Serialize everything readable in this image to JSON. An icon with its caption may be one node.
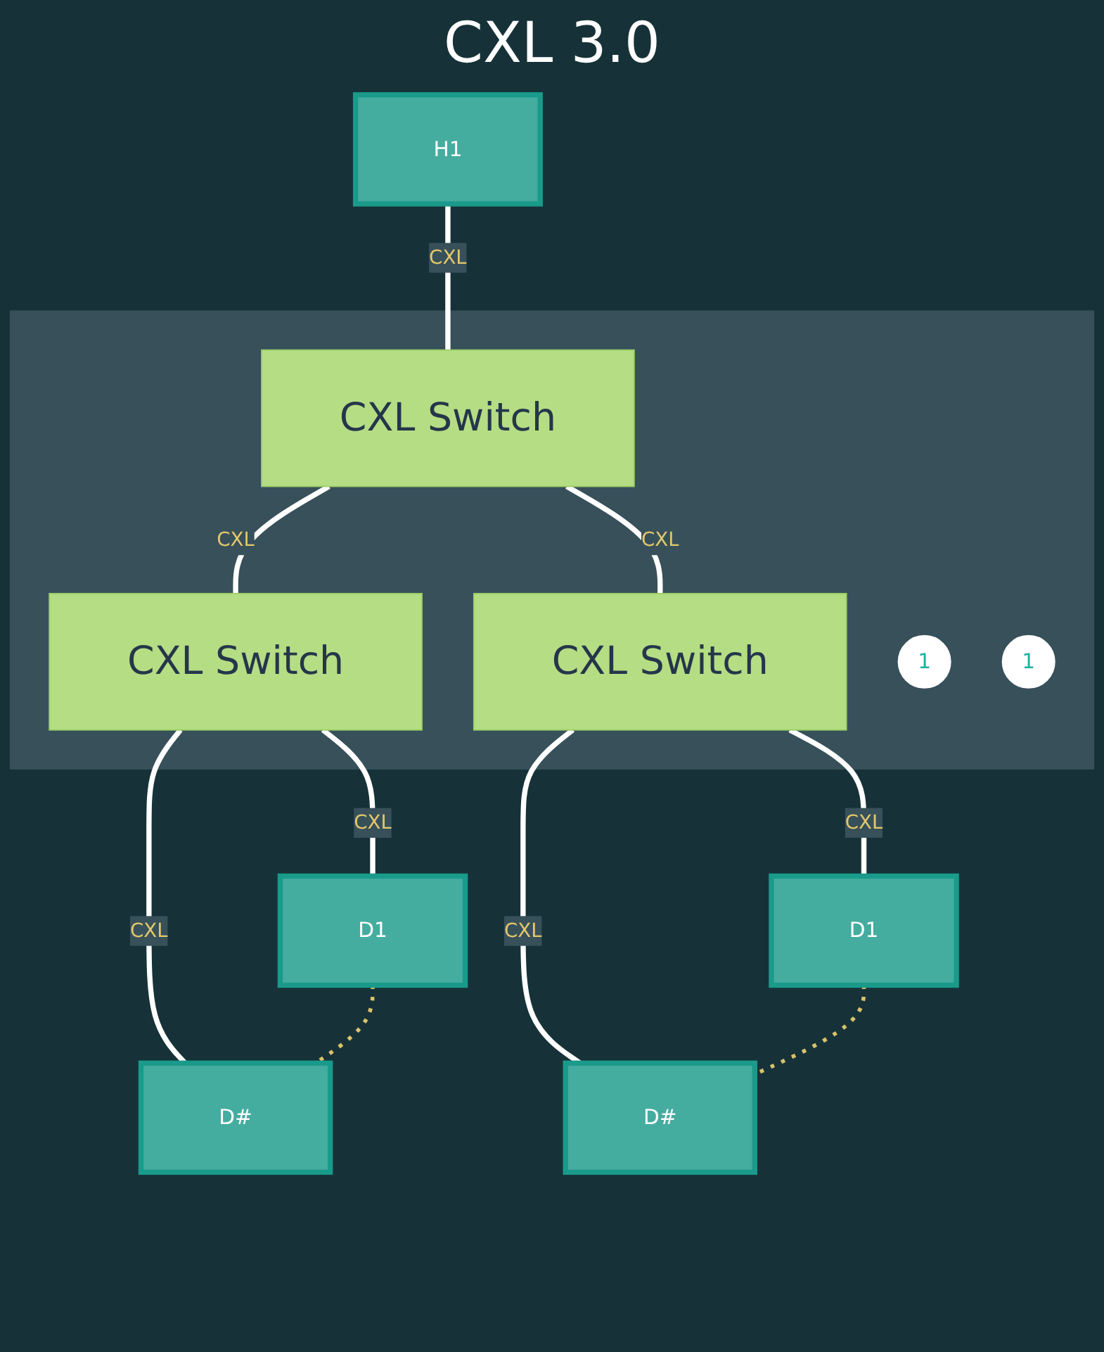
{
  "diagram": {
    "title": "CXL 3.0",
    "nodes": [
      {
        "text": [
          "H1"
        ]
      },
      {
        "text": [],
        "shape": "box"
      },
      {
        "text": [
          "CXL Switch"
        ],
        "in": 1
      },
      {
        "text": [
          "CXL Switch"
        ],
        "in": 1
      },
      {
        "text": [
          "CXL Switch"
        ],
        "in": 1
      },
      {
        "text": [
          "1"
        ],
        "in": 1
      },
      {
        "text": [
          "1"
        ],
        "in": 1
      },
      {
        "text": [
          "D1"
        ]
      },
      {
        "text": [
          "D#"
        ]
      },
      {
        "text": [
          "D1"
        ]
      },
      {
        "text": [
          "D#"
        ]
      }
    ],
    "edges": [
      {
        "from": 0,
        "to": 2,
        "arrow": "none",
        "label": "CXL"
      },
      {
        "from": 2,
        "to": 3,
        "arrow": "none",
        "label": "CXL"
      },
      {
        "from": 2,
        "to": 4,
        "arrow": "none",
        "label": "CXL"
      },
      {
        "from": 3,
        "to": 7,
        "arrow": "none",
        "label": "CXL"
      },
      {
        "from": 3,
        "to": 8,
        "arrow": "none",
        "label": "CXL"
      },
      {
        "from": 4,
        "to": 9,
        "arrow": "none",
        "label": "CXL"
      },
      {
        "from": 4,
        "to": 10,
        "arrow": "none",
        "label": "CXL"
      },
      {
        "from": 7,
        "to": 8,
        "arrow": "none",
        "style": "dashed",
        "color": "#d9c36a"
      },
      {
        "from": 9,
        "to": 10,
        "arrow": "none",
        "style": "dashed",
        "color": "#d9c36a"
      }
    ]
  }
}
